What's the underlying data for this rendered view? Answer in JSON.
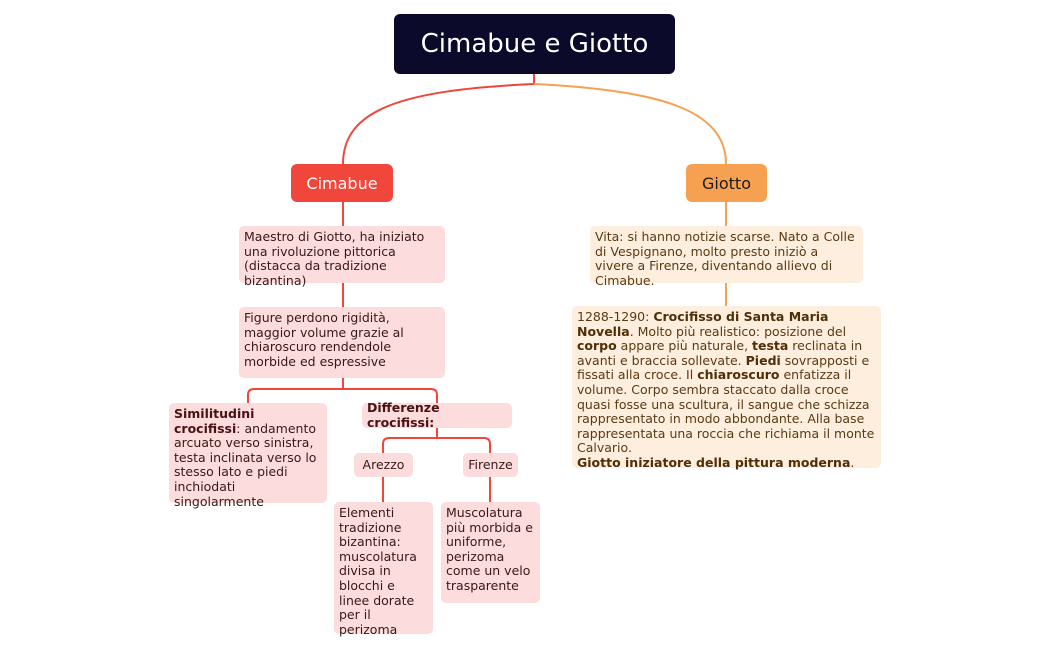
{
  "title": "Cimabue e Giotto",
  "branches": {
    "cimabue": "Cimabue",
    "giotto": "Giotto"
  },
  "cimabue": {
    "intro": "Maestro di Giotto, ha iniziato una rivoluzione pittorica (distacca da tradizione bizantina)",
    "figure": "Figure perdono rigidità, maggior volume grazie al chiaroscuro rendendole morbide ed espressive",
    "similitudini": {
      "title": "Similitudini crocifissi",
      "text": ": andamento arcuato verso sinistra, testa inclinata verso lo stesso lato e piedi inchiodati singolarmente"
    },
    "differenze": "Differenze crocifissi:",
    "arezzo": {
      "label": "Arezzo",
      "text": "Elementi tradizione bizantina: muscolatura divisa in blocchi e linee dorate per il perizoma"
    },
    "firenze": {
      "label": "Firenze",
      "text": "Muscolatura più morbida e uniforme, perizoma come un velo trasparente"
    }
  },
  "giotto": {
    "vita": "Vita: si hanno notizie scarse. Nato a Colle di Vespignano, molto presto iniziò a vivere a Firenze, diventando allievo di Cimabue.",
    "crocifisso": {
      "p1": "1288-1290: ",
      "b1": "Crocifisso di Santa Maria Novella",
      "p2": ". Molto più realistico: posizione del ",
      "b2": "corpo",
      "p3": " appare più naturale, ",
      "b3": "testa",
      "p4": " reclinata in avanti e braccia sollevate. ",
      "b4": "Piedi",
      "p5": " sovrapposti e fissati alla croce. Il ",
      "b5": "chiaroscuro",
      "p6": " enfatizza il volume. Corpo sembra staccato dalla croce quasi fosse una scultura, il sangue che schizza rappresentato in modo abbondante. Alla base rappresentata una roccia che richiama il monte Calvario.",
      "b6": "Giotto iniziatore della pittura moderna",
      "p7": "."
    }
  },
  "colors": {
    "root": "#0b0a2b",
    "cimabue": "#f0463c",
    "giotto": "#f6a151",
    "pink_card": "#fcdcdc",
    "peach_card": "#fdeedd"
  }
}
